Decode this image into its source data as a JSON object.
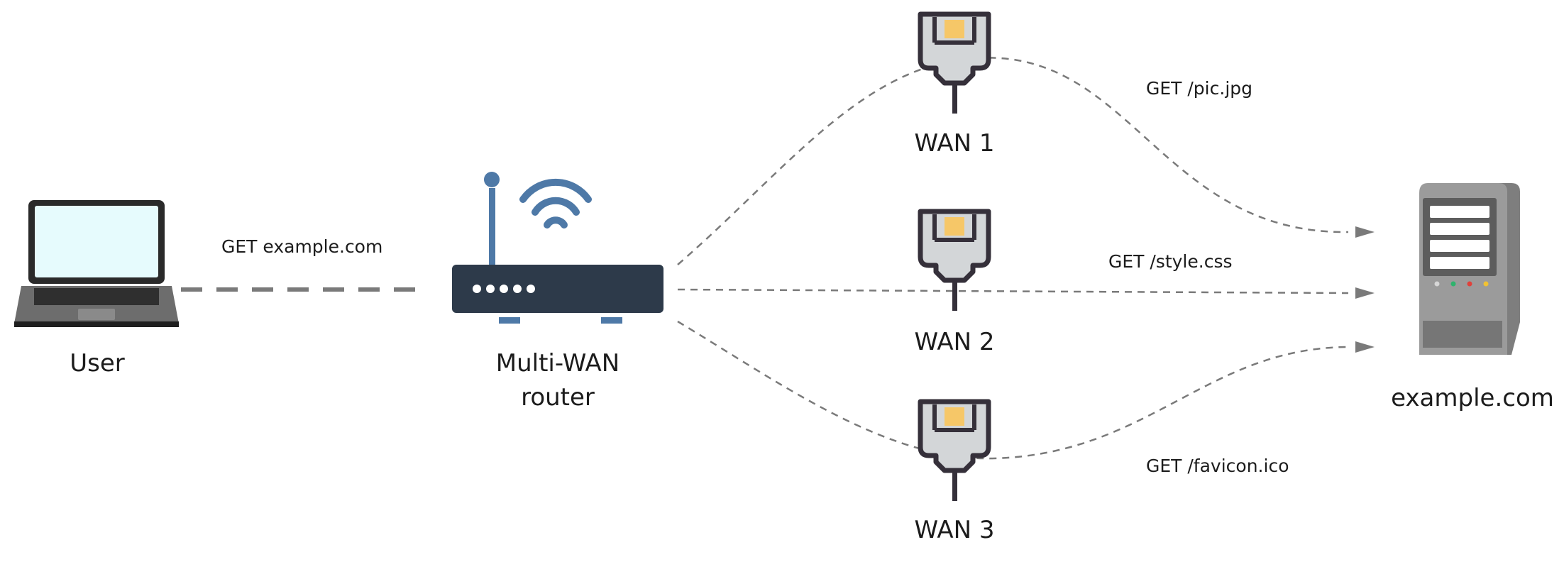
{
  "nodes": {
    "user": "User",
    "router_line1": "Multi-WAN",
    "router_line2": "router",
    "wan1": "WAN 1",
    "wan2": "WAN 2",
    "wan3": "WAN 3",
    "server": "example.com"
  },
  "edges": {
    "user_to_router": "GET example.com",
    "via_wan1": "GET /pic.jpg",
    "via_wan2": "GET /style.css",
    "via_wan3": "GET /favicon.ico"
  },
  "colors": {
    "router_body": "#2d3a4a",
    "router_accent": "#4e79a7",
    "laptop_screen": "#e6fbfd",
    "connector_tab": "#f6c768",
    "connector_outline": "#35303a",
    "connector_fill": "#d3d6d8",
    "server_body": "#9b9b9b",
    "link": "#7a7a7a"
  },
  "icons": {
    "user": "laptop-icon",
    "router": "wifi-router-icon",
    "wan": "ethernet-connector-icon",
    "server": "server-icon"
  }
}
